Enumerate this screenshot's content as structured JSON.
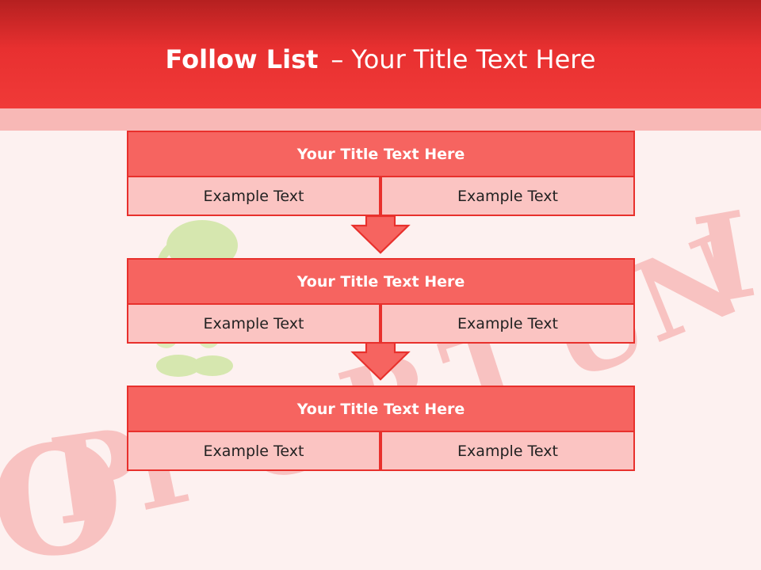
{
  "header": {
    "title_bold": "Follow List",
    "title_separator": "–",
    "title_rest": "Your Title Text Here"
  },
  "blocks": [
    {
      "title": "Your Title Text Here",
      "cells": [
        "Example Text",
        "Example Text"
      ]
    },
    {
      "title": "Your Title Text Here",
      "cells": [
        "Example Text",
        "Example Text"
      ]
    },
    {
      "title": "Your Title Text Here",
      "cells": [
        "Example Text",
        "Example Text"
      ]
    }
  ],
  "background_art": {
    "letters": [
      "O",
      "P",
      "P",
      "O",
      "R",
      "T",
      "U",
      "N",
      "I",
      "T"
    ]
  },
  "colors": {
    "header_top": "#b52020",
    "header_bottom": "#f03a38",
    "block_title_fill": "#f66460",
    "cell_fill": "#fbc4c2",
    "border": "#e8302c",
    "page_background": "#fdf1f0"
  }
}
